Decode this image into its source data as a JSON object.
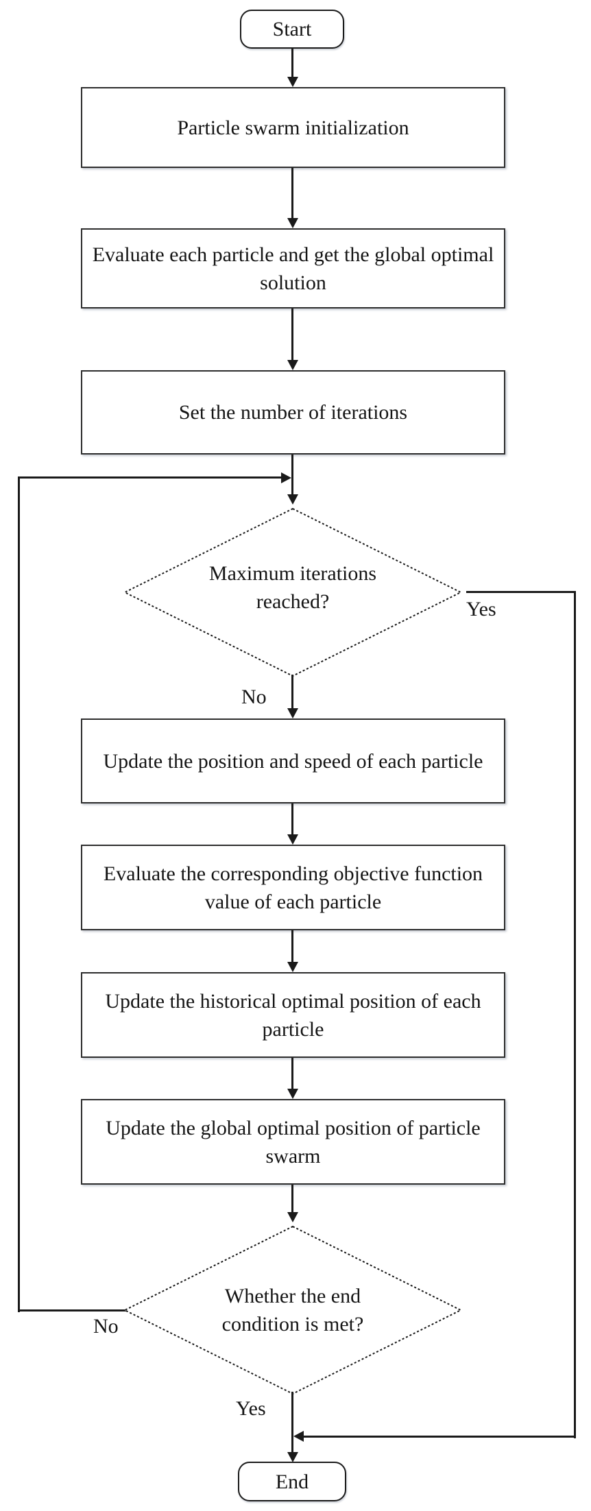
{
  "flowchart": {
    "terminals": {
      "start": "Start",
      "end": "End"
    },
    "processes": [
      "Particle swarm initialization",
      "Evaluate each particle and get the global optimal solution",
      "Set the number of iterations",
      "Update the position and speed of each particle",
      "Evaluate the corresponding objective function value of each particle",
      "Update the historical optimal position of each particle",
      "Update the global optimal position of particle swarm"
    ],
    "decisions": [
      {
        "label": "Maximum iterations reached?",
        "yes_label": "Yes",
        "no_label": "No"
      },
      {
        "label": "Whether the end condition is met?",
        "yes_label": "Yes",
        "no_label": "No"
      }
    ],
    "colors": {
      "line": "#1a1a1a",
      "text": "#141414",
      "background": "#ffffff"
    }
  }
}
